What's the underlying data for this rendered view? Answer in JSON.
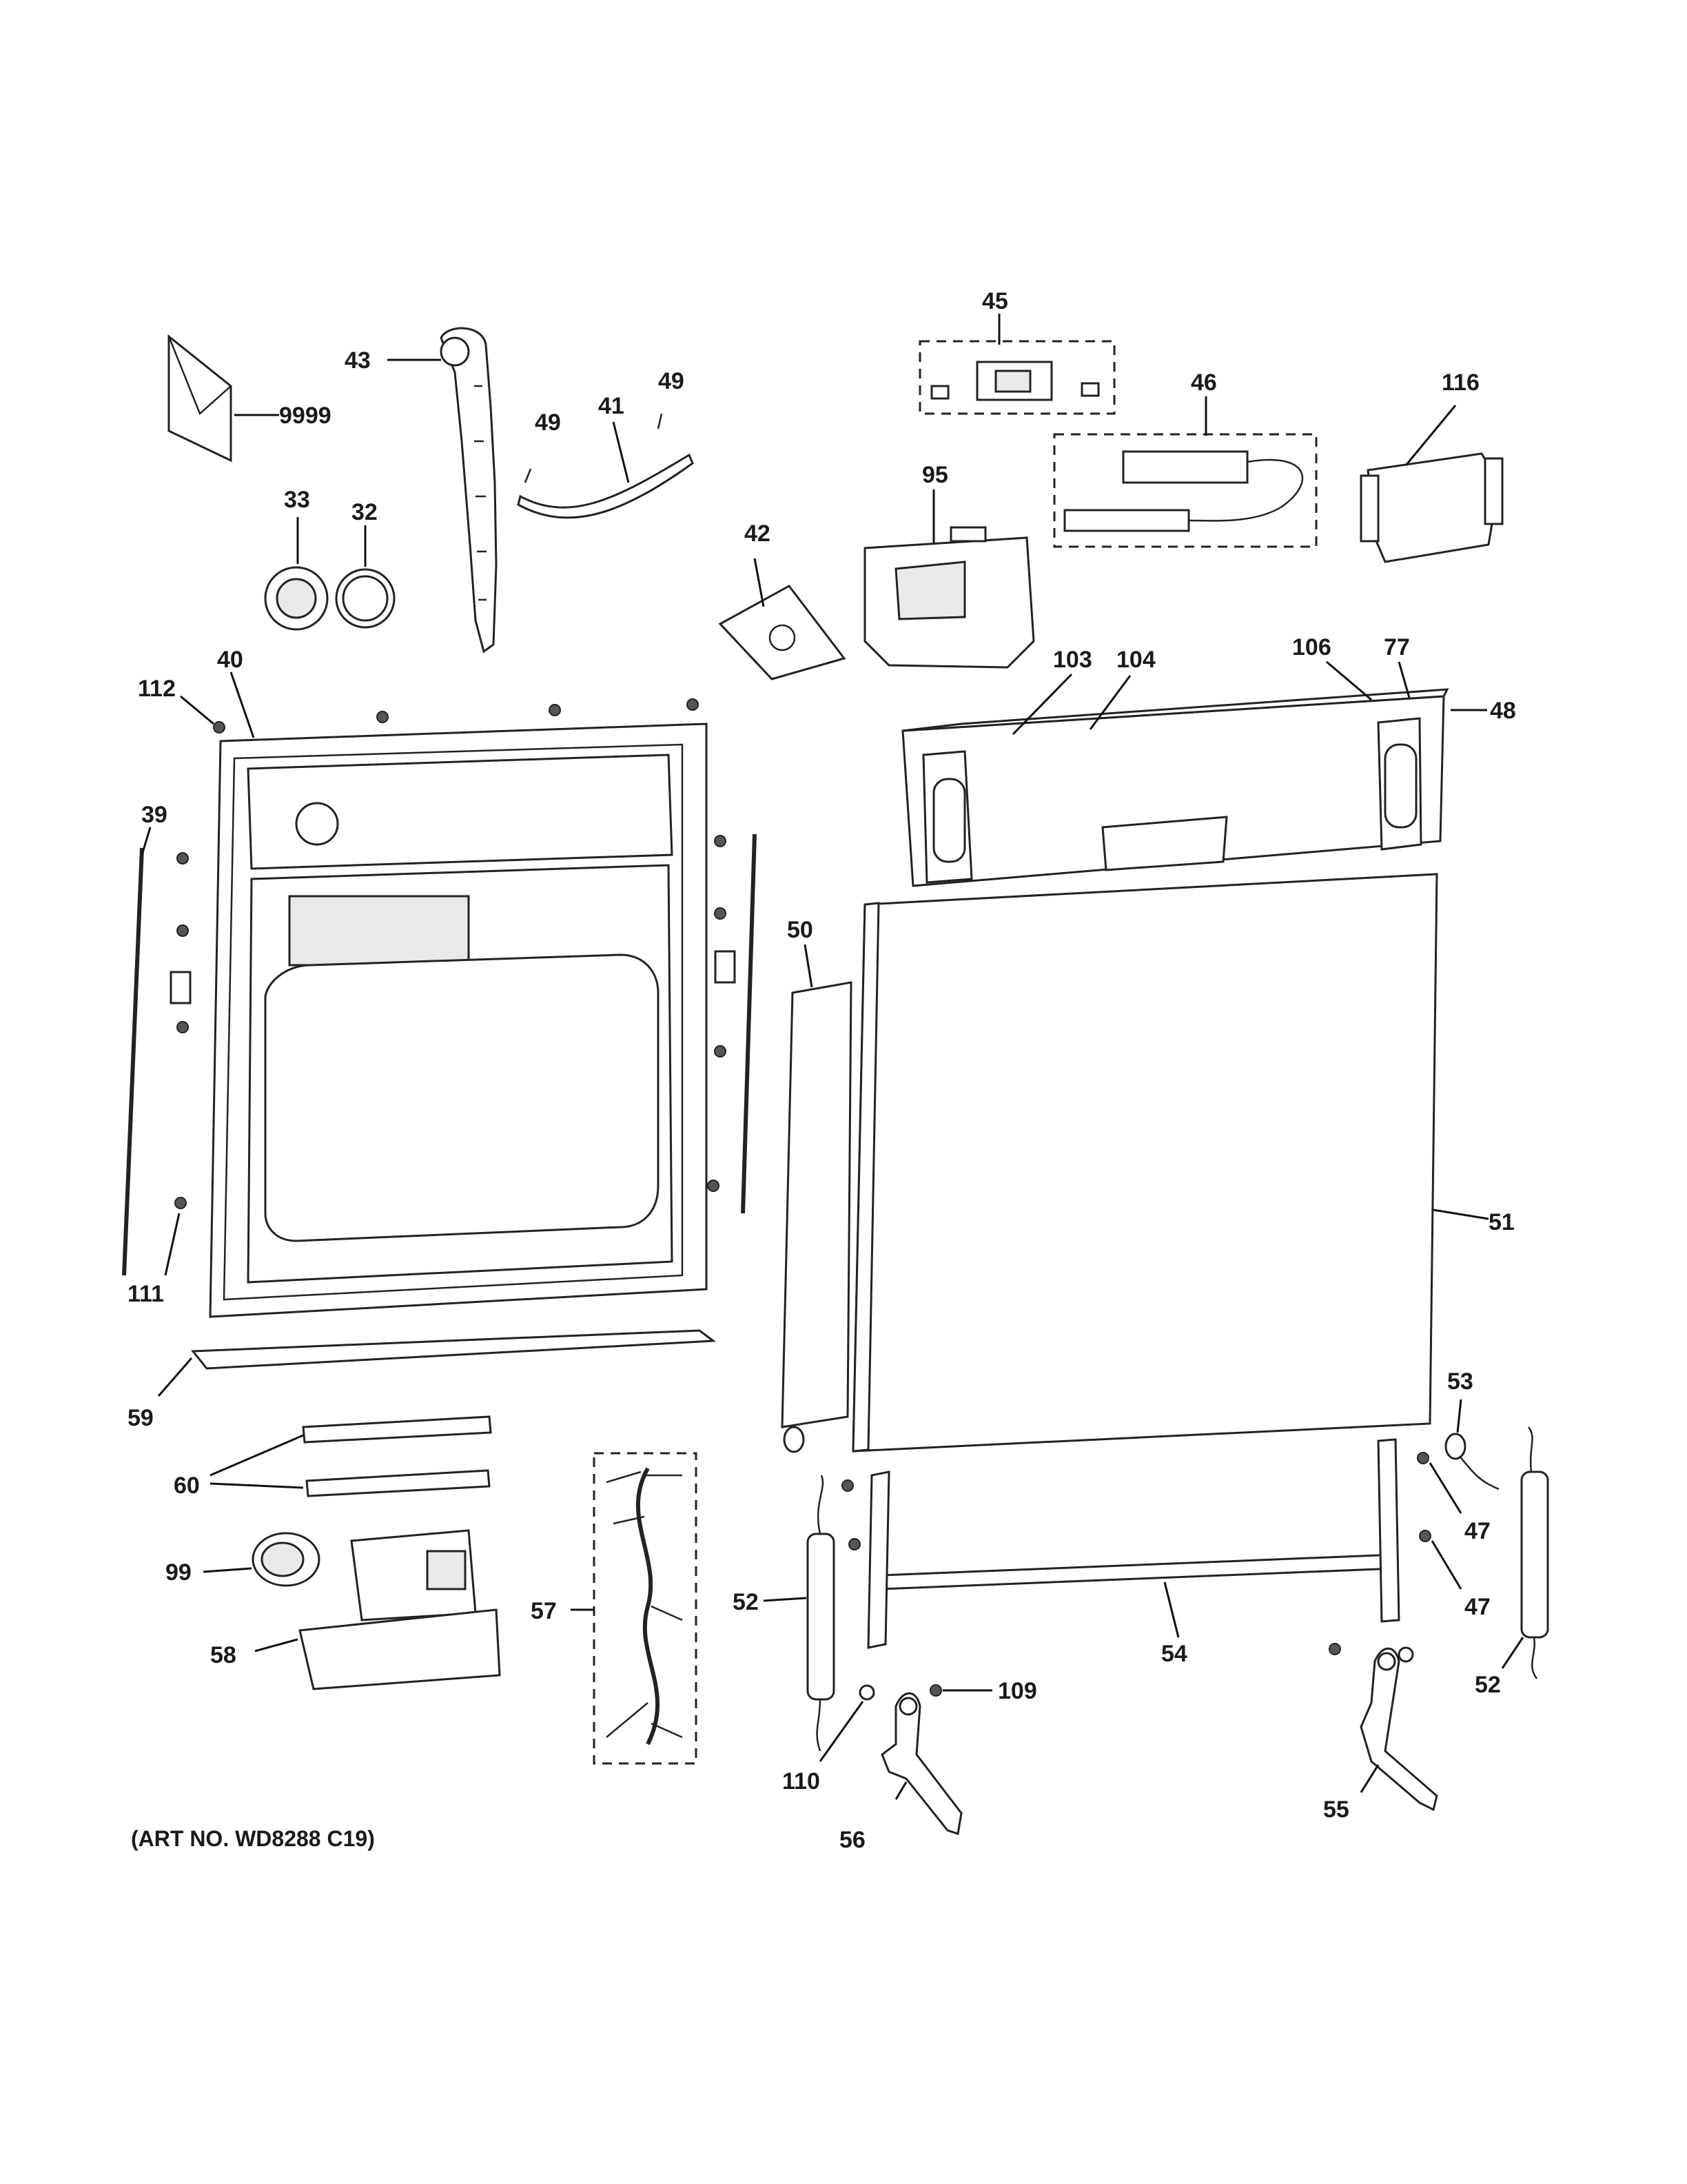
{
  "diagram": {
    "art_number": "(ART NO. WD8288 C19)",
    "callouts": {
      "c9999": "9999",
      "c43": "43",
      "c41": "41",
      "c49a": "49",
      "c49b": "49",
      "c33": "33",
      "c32": "32",
      "c45": "45",
      "c46": "46",
      "c116": "116",
      "c95": "95",
      "c42": "42",
      "c40": "40",
      "c112": "112",
      "c39": "39",
      "c111": "111",
      "c103": "103",
      "c104": "104",
      "c106": "106",
      "c77": "77",
      "c48": "48",
      "c50": "50",
      "c51": "51",
      "c59": "59",
      "c60": "60",
      "c99": "99",
      "c58": "58",
      "c57": "57",
      "c53": "53",
      "c47a": "47",
      "c47b": "47",
      "c52a": "52",
      "c52b": "52",
      "c54": "54",
      "c109": "109",
      "c110": "110",
      "c56": "56",
      "c55": "55"
    }
  }
}
